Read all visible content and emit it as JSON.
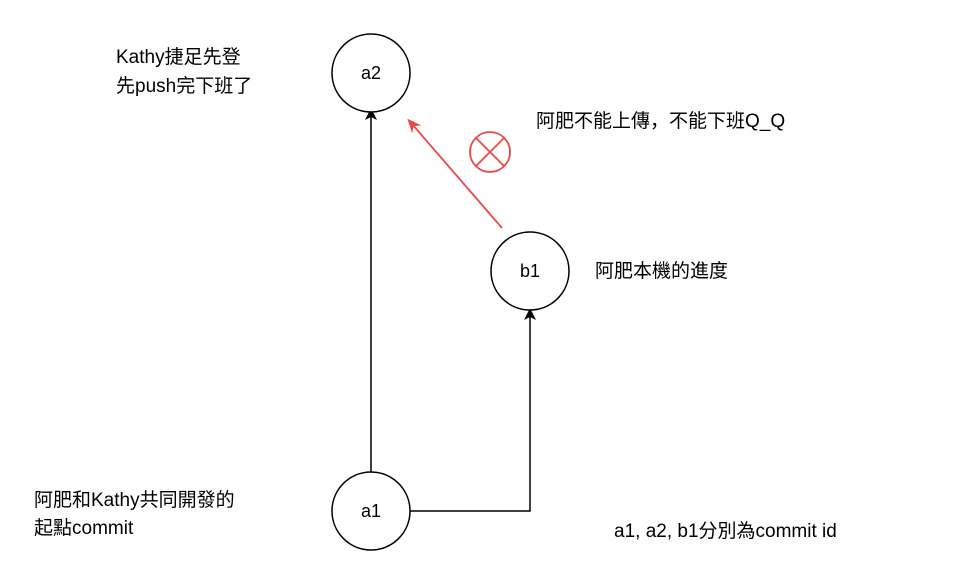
{
  "nodes": {
    "a1": {
      "label": "a1"
    },
    "a2": {
      "label": "a2"
    },
    "b1": {
      "label": "b1"
    }
  },
  "annotations": {
    "kathy_push": [
      "Kathy捷足先登",
      "先push完下班了"
    ],
    "cannot_upload": "阿肥不能上傳，不能下班Q_Q",
    "local_progress": "阿肥本機的進度",
    "common_start": [
      "阿肥和Kathy共同開發的",
      "起點commit"
    ],
    "commit_id_note": "a1, a2, b1分別為commit id"
  },
  "colors": {
    "stroke": "#000000",
    "rejected": "#e84a4a",
    "background": "#ffffff"
  },
  "icons": {
    "rejected_marker": "circle-x-icon"
  }
}
